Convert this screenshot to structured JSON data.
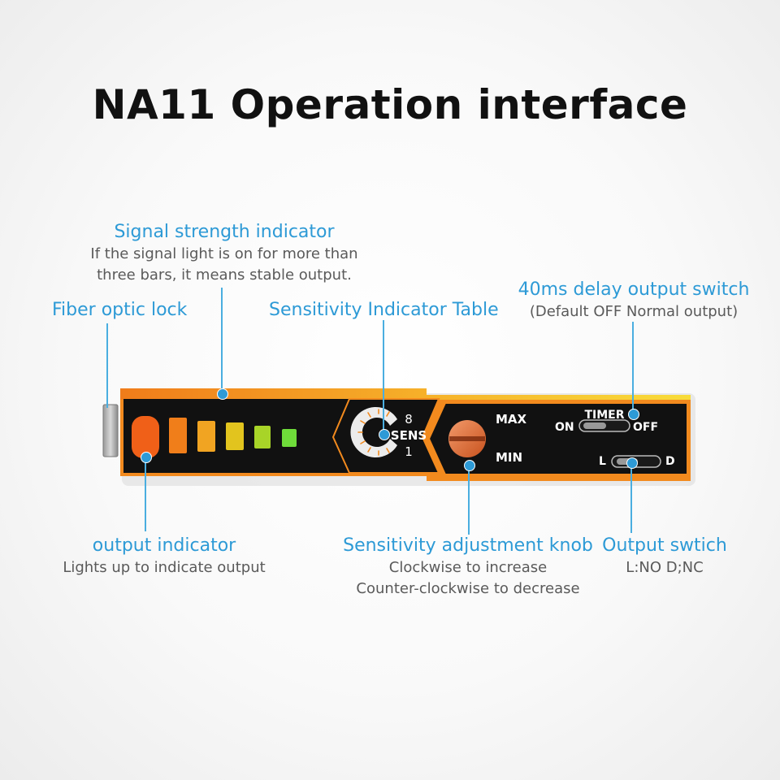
{
  "title": "NA11 Operation interface",
  "callouts": {
    "signal_strength": {
      "title": "Signal strength indicator",
      "desc_line1": "If the signal light is on for more than",
      "desc_line2": "three bars, it means stable output."
    },
    "fiber_lock": {
      "title": "Fiber optic lock"
    },
    "sensitivity_table": {
      "title": "Sensitivity Indicator Table"
    },
    "delay_switch": {
      "title": "40ms delay output switch",
      "desc": "(Default OFF Normal output)"
    },
    "output_indicator": {
      "title": "output indicator",
      "desc": "Lights up to indicate output"
    },
    "sensitivity_knob": {
      "title": "Sensitivity adjustment knob",
      "desc_line1": "Clockwise to increase",
      "desc_line2": "Counter-clockwise to decrease"
    },
    "output_switch": {
      "title": "Output swtich",
      "desc": "L:NO D;NC"
    }
  },
  "device": {
    "sens_max_label": "8",
    "sens_label": "SENS",
    "sens_min_label": "1",
    "knob_max": "MAX",
    "knob_min": "MIN",
    "timer_label": "TIMER",
    "timer_on": "ON",
    "timer_off": "OFF",
    "switch_l": "L",
    "switch_d": "D"
  },
  "colors": {
    "accent": "#2d9ad6",
    "body_orange": "#f28a1e",
    "panel": "#111111"
  }
}
